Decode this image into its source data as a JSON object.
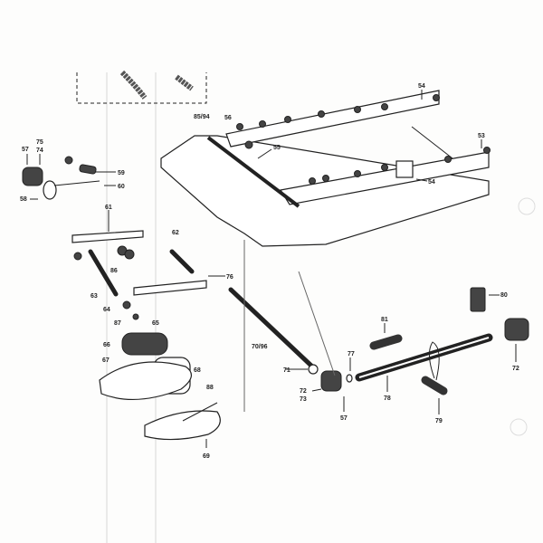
{
  "diagram": {
    "type": "exploded parts diagram",
    "labels": {
      "l57a": "57",
      "l75": "75",
      "l74": "74",
      "l58": "58",
      "l59": "59",
      "l60": "60",
      "l61": "61",
      "l62": "62",
      "l76": "76",
      "l63": "63",
      "l86": "86",
      "l64": "64",
      "l87": "87",
      "l65": "65",
      "l66": "66",
      "l67": "67",
      "l68": "68",
      "l88": "88",
      "l69": "69",
      "l8594": "85/94",
      "l56": "56",
      "l55": "55",
      "l54a": "54",
      "l53": "53",
      "l54b": "54",
      "l7096": "70/96",
      "l71": "71",
      "l72a": "72",
      "l73": "73",
      "l57b": "57",
      "l77": "77",
      "l78": "78",
      "l79": "79",
      "l81": "81",
      "l80": "80",
      "l72b": "72"
    }
  }
}
